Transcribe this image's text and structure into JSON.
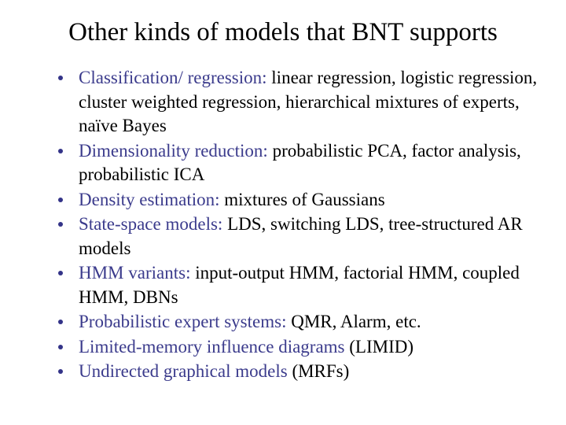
{
  "slide": {
    "title": "Other kinds of models that BNT supports",
    "title_color": "#000000",
    "background_color": "#ffffff",
    "accent_color": "#3b3b8c",
    "bullet_color": "#333388",
    "bullets": [
      {
        "lead": "Classification/ regression:",
        "rest": " linear regression, logistic regression, cluster weighted regression, hierarchical mixtures of experts, naïve Bayes"
      },
      {
        "lead": "Dimensionality reduction:",
        "rest": " probabilistic PCA, factor analysis, probabilistic ICA"
      },
      {
        "lead": "Density estimation:",
        "rest": " mixtures of Gaussians"
      },
      {
        "lead": "State-space models:",
        "rest": " LDS, switching LDS, tree-structured AR models"
      },
      {
        "lead": "HMM variants:",
        "rest": " input-output HMM, factorial HMM, coupled HMM, DBNs"
      },
      {
        "lead": "Probabilistic expert systems:",
        "rest": " QMR, Alarm, etc."
      },
      {
        "lead": "Limited-memory influence diagrams",
        "rest": " (LIMID)"
      },
      {
        "lead": "Undirected graphical models",
        "rest": " (MRFs)"
      }
    ]
  }
}
